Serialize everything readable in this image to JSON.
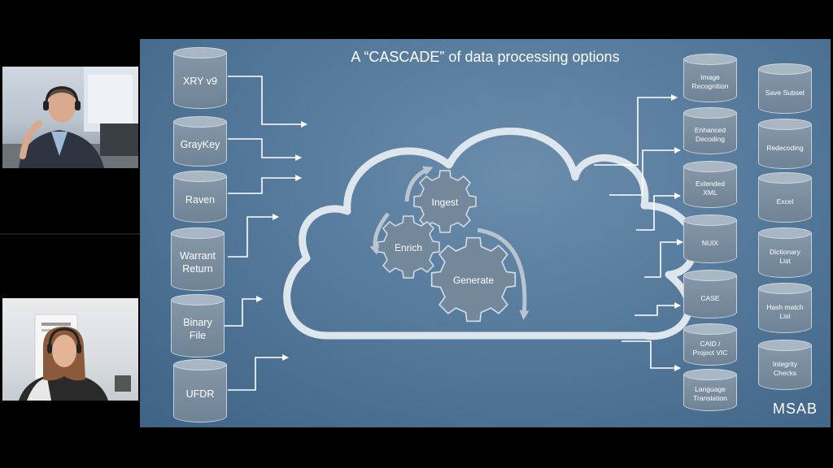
{
  "slide": {
    "title": "A “CASCADE” of data processing options",
    "logo": "MSAB",
    "inputs": [
      "XRY v9",
      "GrayKey",
      "Raven",
      "Warrant\nReturn",
      "Binary\nFile",
      "UFDR"
    ],
    "outputs_col1": [
      "Image\nRecognition",
      "Enhanced\nDecoding",
      "Extended\nXML",
      "NUIX",
      "CASE",
      "CAID  /\nProject VIC",
      "Language\nTranslation"
    ],
    "outputs_col2": [
      "Save Subset",
      "Redecoding",
      "Excel",
      "Dictionary\nList",
      "Hash match\nList",
      "Integrity\nChecks"
    ],
    "gears": {
      "ingest": "Ingest",
      "enrich": "Enrich",
      "generate": "Generate"
    }
  },
  "colors": {
    "slide_bg": "#557a9c",
    "cylinder": "#7b8fa2",
    "line": "#ffffff"
  }
}
